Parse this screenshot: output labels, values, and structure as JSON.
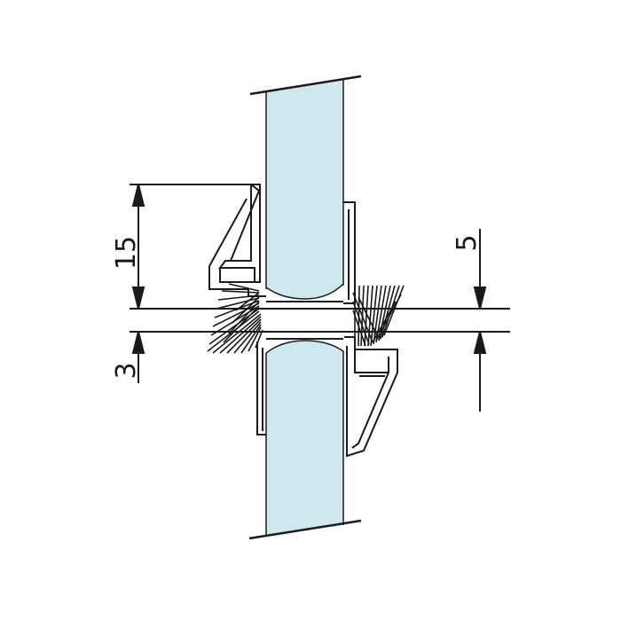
{
  "dimensions": {
    "upper_profile_height": "15",
    "lower_gap": "3",
    "right_gap": "5"
  },
  "colors": {
    "glass": "#cde8ee",
    "glass_edge": "#e8f5f8",
    "line": "#1a1a1a",
    "brush": "#1a1a1a",
    "background": "#ffffff"
  }
}
